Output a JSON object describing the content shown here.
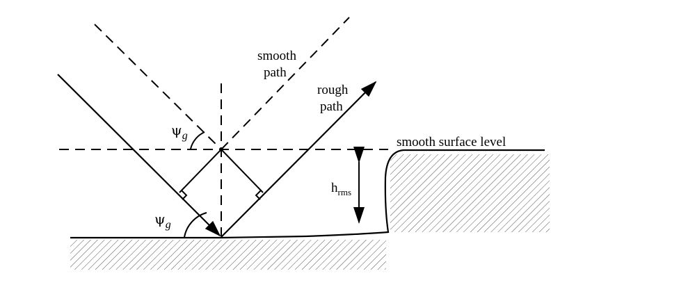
{
  "labels": {
    "smooth_path": [
      "smooth",
      "path"
    ],
    "rough_path": [
      "rough",
      "path"
    ],
    "smooth_surface_level": "smooth surface level",
    "h": "h",
    "h_sub": "rms",
    "psi": "ψ",
    "psi_sub": "g"
  }
}
